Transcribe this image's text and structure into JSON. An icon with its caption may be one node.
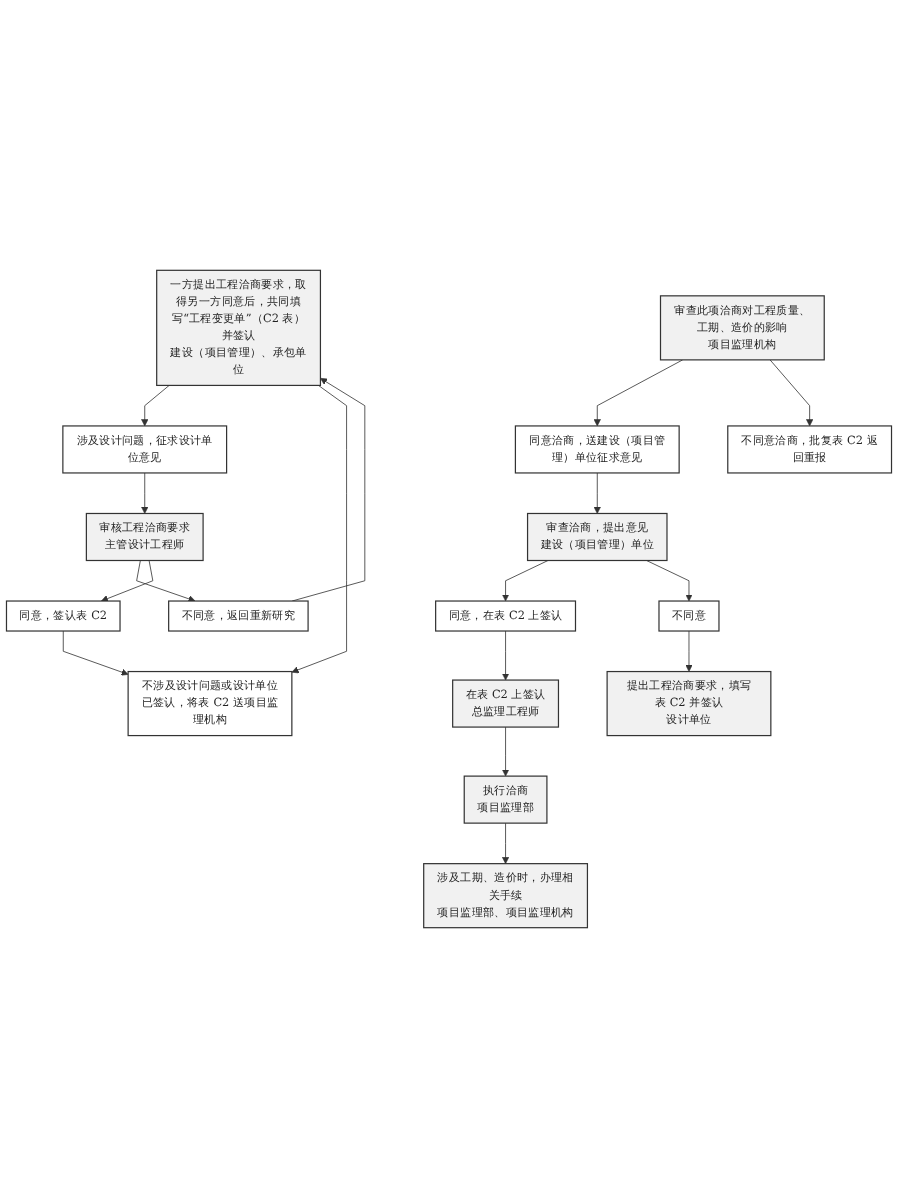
{
  "diagram": {
    "nodes": [
      {
        "text": [
          "一方提出工程洽商要求，取得另一方同意后，共同填写“工程变更单”（C2 表）并签认",
          "建设（项目管理）、承包单位"
        ]
      },
      {
        "text": [
          "提出工程洽商要求，填写表 C2 并签认",
          "设计单位"
        ]
      },
      {
        "text": [
          "涉及设计问题，征求设计单位意见"
        ]
      },
      {
        "text": [
          "不涉及设计问题或设计单位已签认，将表 C2 送项目监理机构"
        ]
      },
      {
        "text": [
          "审核工程洽商要求",
          "主管设计工程师"
        ]
      },
      {
        "text": [
          "审查此项洽商对工程质量、工期、造价的影响",
          "项目监理机构"
        ]
      },
      {
        "text": [
          "不同意，返回重新研究"
        ]
      },
      {
        "text": [
          "同意，签认表 C2"
        ]
      },
      {
        "text": [
          "同意洽商，送建设（项目管理）单位征求意见"
        ]
      },
      {
        "text": [
          "不同意洽商，批复表 C2 返回重报"
        ]
      },
      {
        "text": [
          "审查洽商，提出意见",
          "建设（项目管理）单位"
        ]
      },
      {
        "text": [
          "同意，在表 C2 上签认"
        ]
      },
      {
        "text": [
          "不同意"
        ]
      },
      {
        "text": [
          "在表 C2 上签认",
          "总监理工程师"
        ]
      },
      {
        "text": [
          "执行洽商",
          "项目监理部"
        ]
      },
      {
        "text": [
          "涉及工期、造价时，办理相关手续",
          "项目监理部、项目监理机构"
        ]
      }
    ],
    "edges": [
      {
        "from": 0,
        "to": 2,
        "arrow": "to"
      },
      {
        "from": 0,
        "to": 3,
        "arrow": "to"
      },
      {
        "from": 2,
        "to": 4,
        "arrow": "to"
      },
      {
        "from": 4,
        "to": 6,
        "arrow": "to"
      },
      {
        "from": 4,
        "to": 7,
        "arrow": "to"
      },
      {
        "from": 6,
        "to": 0,
        "arrow": "to"
      },
      {
        "from": 7,
        "to": 3,
        "arrow": "to"
      },
      {
        "from": 5,
        "to": 8,
        "arrow": "to"
      },
      {
        "from": 5,
        "to": 9,
        "arrow": "to"
      },
      {
        "from": 8,
        "to": 10,
        "arrow": "to"
      },
      {
        "from": 10,
        "to": 11,
        "arrow": "to"
      },
      {
        "from": 10,
        "to": 12,
        "arrow": "to"
      },
      {
        "from": 12,
        "to": 1,
        "arrow": "to"
      },
      {
        "from": 11,
        "to": 13,
        "arrow": "to"
      },
      {
        "from": 13,
        "to": 14,
        "arrow": "to"
      },
      {
        "from": 14,
        "to": 15,
        "arrow": "to"
      }
    ]
  }
}
